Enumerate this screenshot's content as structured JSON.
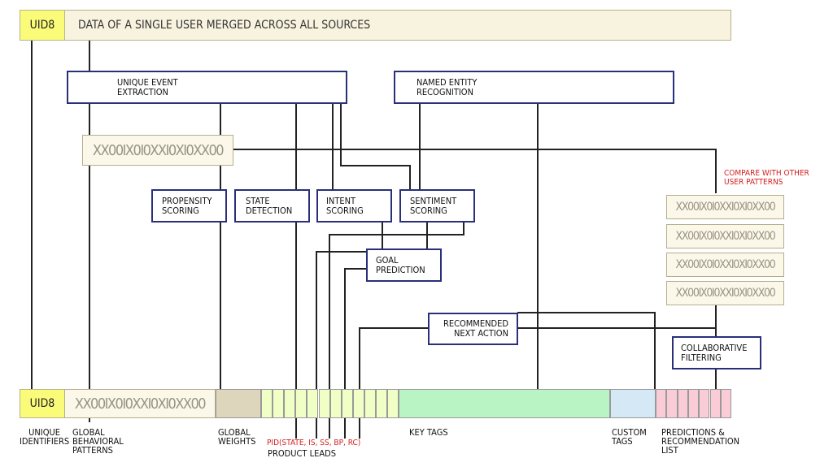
{
  "top_bar": {
    "uid": "UID8",
    "title": "DATA OF A SINGLE USER MERGED ACROSS ALL SOURCES"
  },
  "process_boxes": {
    "unique_event_extraction": "UNIQUE EVENT\nEXTRACTION",
    "named_entity_recognition": "NAMED ENTITY\nRECOGNITION",
    "propensity_scoring": "PROPENSITY\nSCORING",
    "state_detection": "STATE\nDETECTION",
    "intent_scoring": "INTENT\nSCORING",
    "sentiment_scoring": "SENTIMENT\nSCORING",
    "goal_prediction": "GOAL\nPREDICTION",
    "recommended_next_action": "RECOMMENDED\nNEXT ACTION",
    "collaborative_filtering": "COLLABORATIVE\nFILTERING"
  },
  "patterns": {
    "user_pattern": "XX00IX0I0XXI0XI0XX00",
    "compare_label": "COMPARE WITH OTHER\nUSER PATTERNS",
    "other_patterns": [
      "XX00IX0I0XXI0XI0XX00",
      "XX00IX0I0XXI0XI0XX00",
      "XX00IX0I0XXI0XI0XX00",
      "XX00IX0I0XXI0XI0XX00"
    ]
  },
  "bottom_bar": {
    "uid": "UID8",
    "pattern": "XX00IX0I0XXI0XI0XX00"
  },
  "bottom_labels": {
    "unique_identifiers": "UNIQUE\nIDENTIFIERS",
    "global_behavioral_patterns": "GLOBAL\nBEHAVIORAL\nPATTERNS",
    "global_weights": "GLOBAL\nWEIGHTS",
    "pid": "PID(STATE, IS, SS, BP, RC)",
    "product_leads": "PRODUCT LEADS",
    "key_tags": "KEY TAGS",
    "custom_tags": "CUSTOM\nTAGS",
    "predictions": "PREDICTIONS &\nRECOMMENDATION\nLIST"
  },
  "colors": {
    "uid_fill": "#fbfb7a",
    "pattern_fill": "#fbf8ea",
    "box_border": "#2a2f7a",
    "weights_fill": "#ddd6bc",
    "product_leads_fill": "#f0ffc6",
    "key_tags_fill": "#b9f5c4",
    "custom_tags_fill": "#d4e8f5",
    "predictions_fill": "#f9ccd8",
    "accent_red": "#d42020"
  }
}
